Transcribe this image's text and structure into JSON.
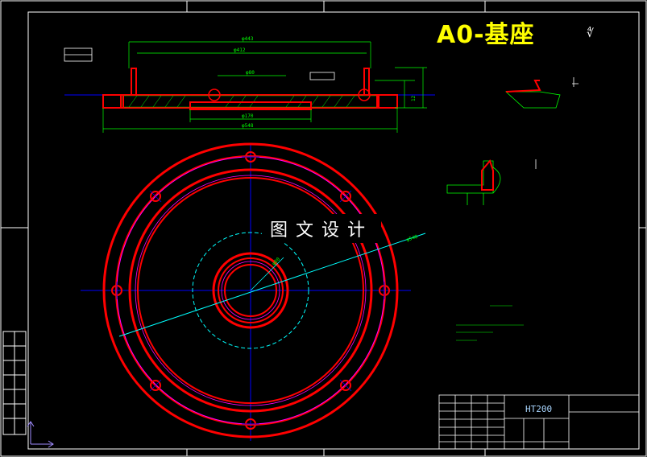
{
  "drawing": {
    "title": "A0-基座",
    "watermark": "图文设计",
    "material": "HT200",
    "roughness_symbol": "∜"
  },
  "colors": {
    "background": "#000000",
    "frame": "#ffffff",
    "part_outline": "#ff0000",
    "centerline": "#0000ff",
    "dimension": "#00ff00",
    "hidden_circle": "#00ffff",
    "bolt_circle": "#ff00ff",
    "title": "#ffff00"
  },
  "views": [
    "front-section-view",
    "top-plan-view",
    "detail-view-upper",
    "detail-view-lower"
  ]
}
